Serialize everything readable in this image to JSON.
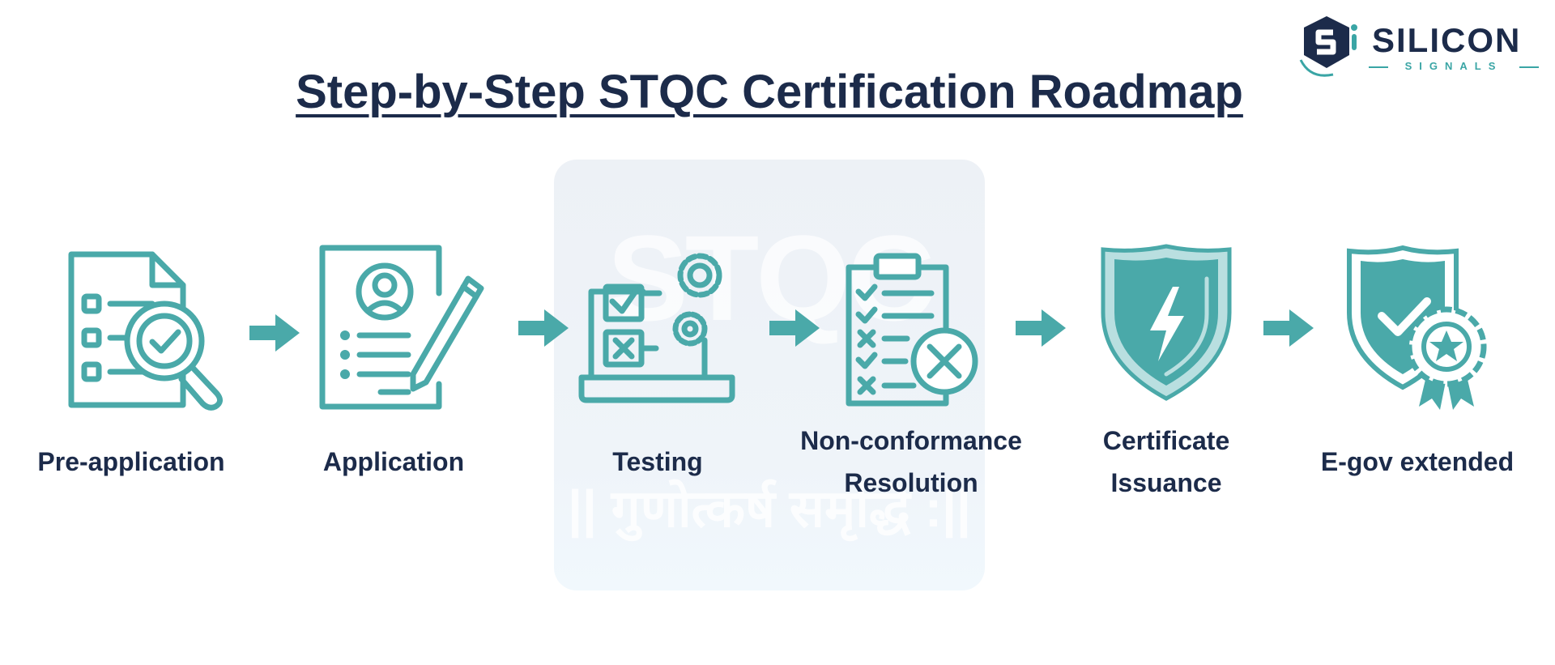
{
  "title": "Step-by-Step STQC Certification Roadmap",
  "brand": {
    "name": "SILICON",
    "sub": "SIGNALS"
  },
  "watermark": {
    "text": "STQC",
    "tagline": "|| गुणोत्कर्ष समृद्धि :||"
  },
  "colors": {
    "accent": "#4aa9a9",
    "title": "#1c2b4a",
    "watermark_bg": "#eef3f8"
  },
  "steps": [
    {
      "icon": "document-search-icon",
      "lines": [
        "Pre-application"
      ]
    },
    {
      "icon": "profile-form-pencil-icon",
      "lines": [
        "Application"
      ]
    },
    {
      "icon": "laptop-gears-checklist-icon",
      "lines": [
        "Testing"
      ]
    },
    {
      "icon": "clipboard-reject-icon",
      "lines": [
        "Non-conformance",
        "Resolution"
      ]
    },
    {
      "icon": "shield-bolt-icon",
      "lines": [
        "Certificate",
        "Issuance"
      ]
    },
    {
      "icon": "shield-check-badge-icon",
      "lines": [
        "E-gov extended"
      ]
    }
  ]
}
